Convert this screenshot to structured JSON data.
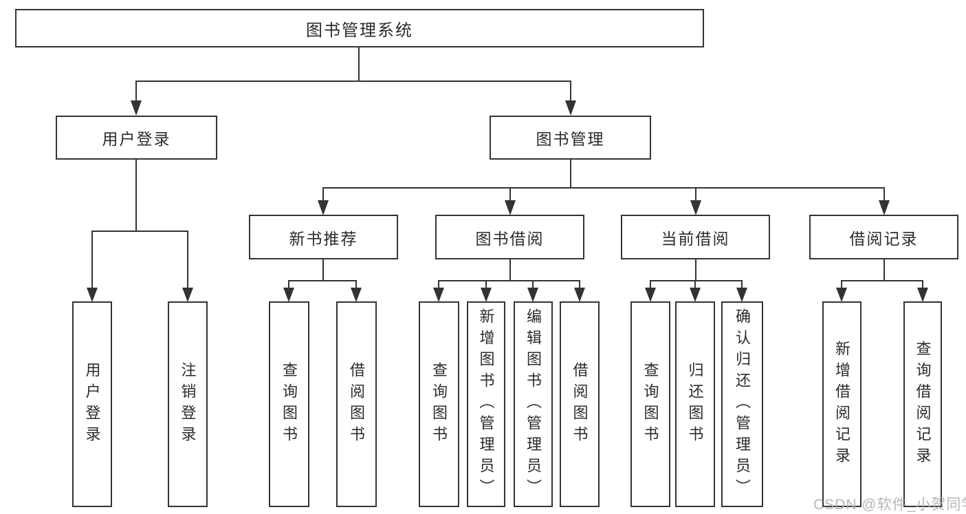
{
  "tree": {
    "label": "图书管理系统",
    "children": [
      {
        "label": "用户登录",
        "children": [
          {
            "label": "用户登录"
          },
          {
            "label": "注销登录"
          }
        ]
      },
      {
        "label": "图书管理",
        "children": [
          {
            "label": "新书推荐",
            "children": [
              {
                "label": "查询图书"
              },
              {
                "label": "借阅图书"
              }
            ]
          },
          {
            "label": "图书借阅",
            "children": [
              {
                "label": "查询图书"
              },
              {
                "label": "新增图书（管理员）"
              },
              {
                "label": "编辑图书（管理员）"
              },
              {
                "label": "借阅图书"
              }
            ]
          },
          {
            "label": "当前借阅",
            "children": [
              {
                "label": "查询图书"
              },
              {
                "label": "归还图书"
              },
              {
                "label": "确认归还（管理员）"
              }
            ]
          },
          {
            "label": "借阅记录",
            "children": [
              {
                "label": "新增借阅记录"
              },
              {
                "label": "查询借阅记录"
              }
            ]
          }
        ]
      }
    ]
  },
  "watermark": {
    "text": "CSDN @软件_小贺同学"
  },
  "colors": {
    "line": "#333333",
    "text": "#2b2b2b",
    "watermark": "#b0b0b0",
    "bg": "#ffffff"
  }
}
